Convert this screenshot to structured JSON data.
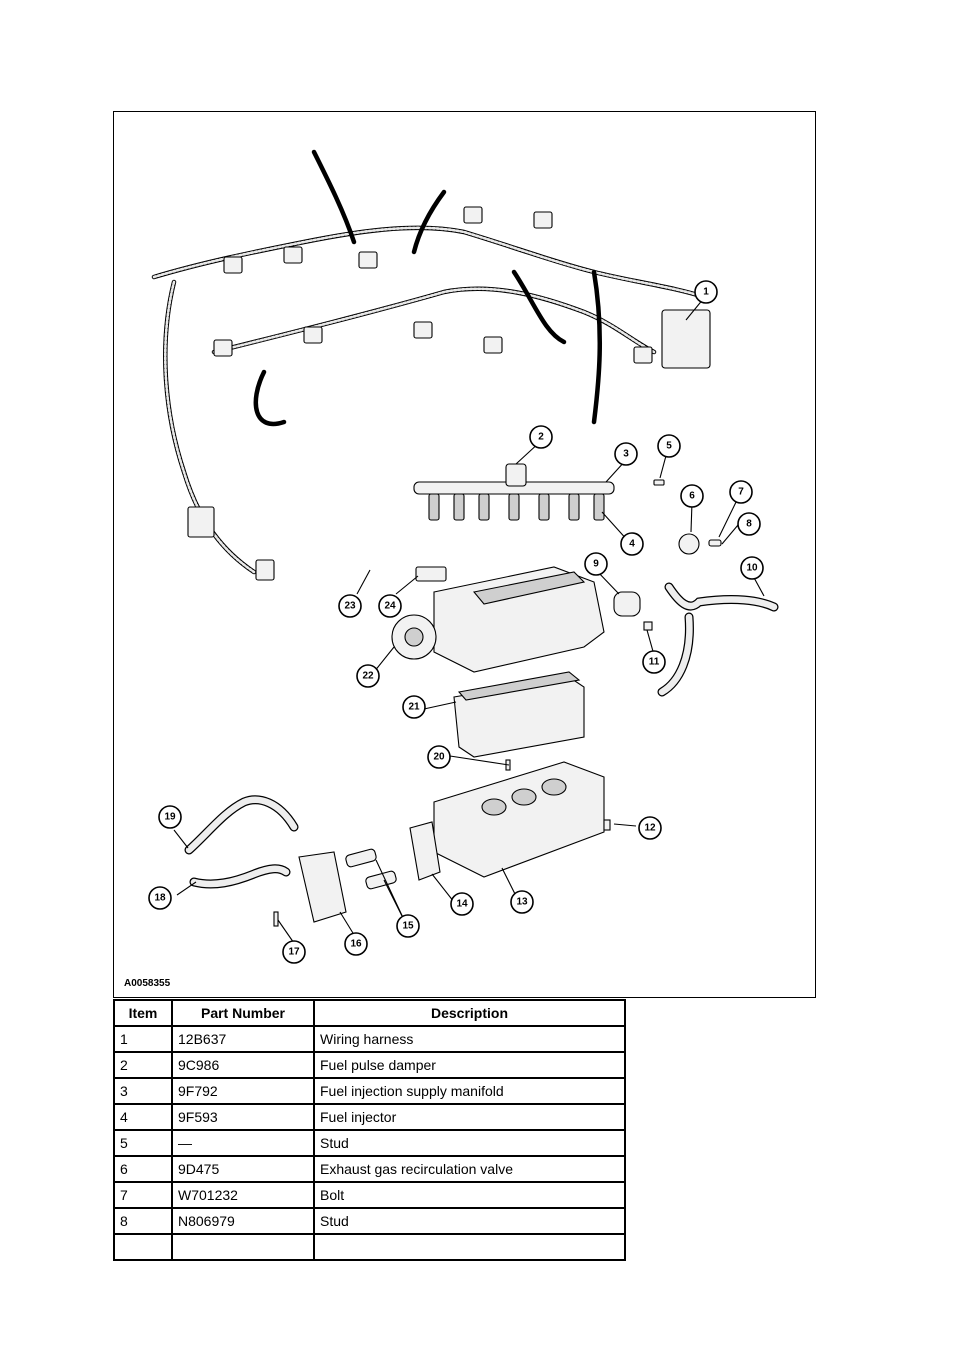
{
  "figure": {
    "id_code": "A0058355",
    "callouts": [
      "1",
      "2",
      "3",
      "4",
      "5",
      "6",
      "7",
      "8",
      "9",
      "10",
      "11",
      "12",
      "13",
      "14",
      "15",
      "16",
      "17",
      "18",
      "19",
      "20",
      "21",
      "22",
      "23",
      "24"
    ]
  },
  "table": {
    "headers": {
      "item": "Item",
      "part_number": "Part Number",
      "description": "Description"
    },
    "rows": [
      {
        "item": "1",
        "part_number": "12B637",
        "description": "Wiring harness"
      },
      {
        "item": "2",
        "part_number": "9C986",
        "description": "Fuel pulse damper"
      },
      {
        "item": "3",
        "part_number": "9F792",
        "description": "Fuel injection supply manifold"
      },
      {
        "item": "4",
        "part_number": "9F593",
        "description": "Fuel injector"
      },
      {
        "item": "5",
        "part_number": "—",
        "description": "Stud"
      },
      {
        "item": "6",
        "part_number": "9D475",
        "description": "Exhaust gas recirculation valve"
      },
      {
        "item": "7",
        "part_number": "W701232",
        "description": "Bolt"
      },
      {
        "item": "8",
        "part_number": "N806979",
        "description": "Stud"
      }
    ]
  }
}
